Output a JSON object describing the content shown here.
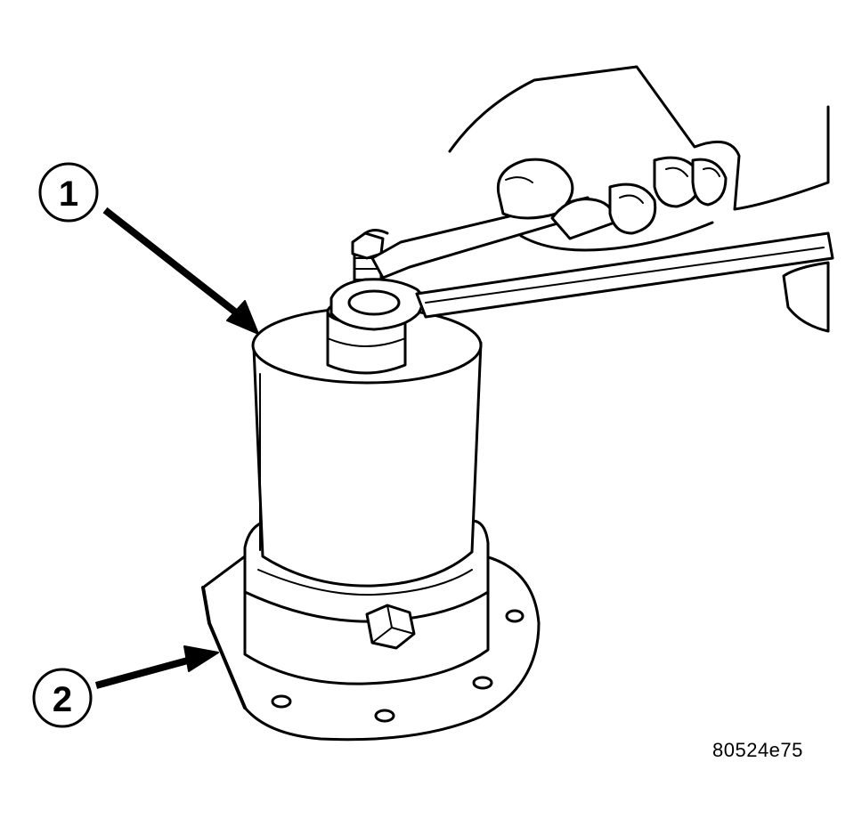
{
  "figure": {
    "id_label": "80524e75",
    "line_color": "#000000",
    "fill_color": "#ffffff",
    "callouts": [
      {
        "number": "1"
      },
      {
        "number": "2"
      }
    ]
  }
}
